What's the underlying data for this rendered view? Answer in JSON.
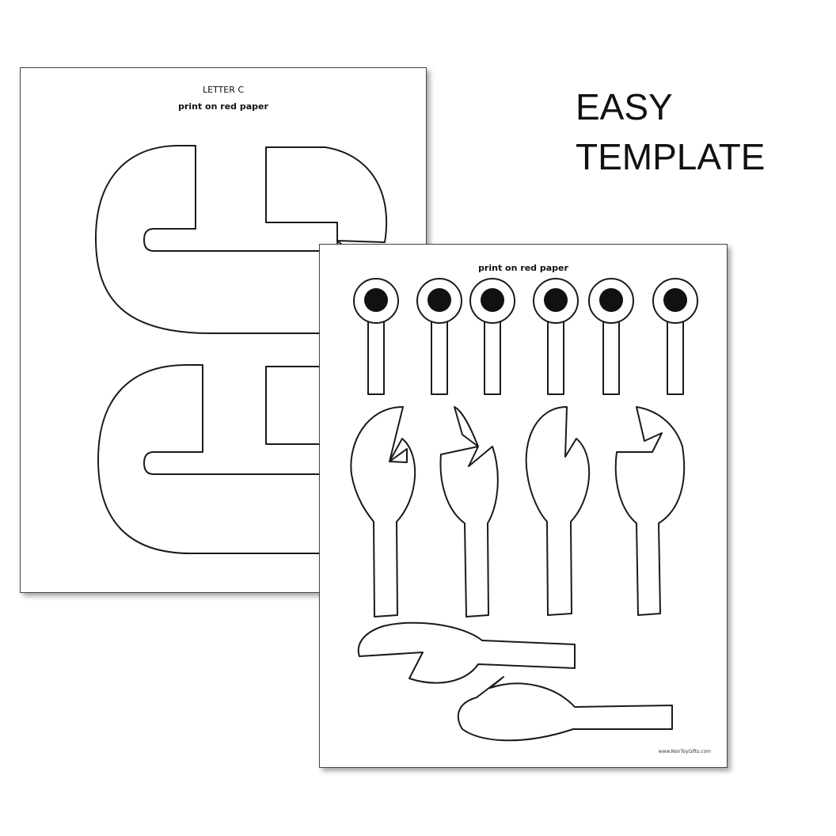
{
  "left_sheet": {
    "title": "LETTER C",
    "subtitle": "print on red paper"
  },
  "right_sheet": {
    "title": "print on red paper",
    "footer": "www.NonToyGifts.com",
    "pieces": {
      "eye_stalks": 6,
      "claw_arms": 4,
      "horizontal_claws": 2
    }
  },
  "headline": {
    "line1": "EASY",
    "line2": "TEMPLATE"
  }
}
